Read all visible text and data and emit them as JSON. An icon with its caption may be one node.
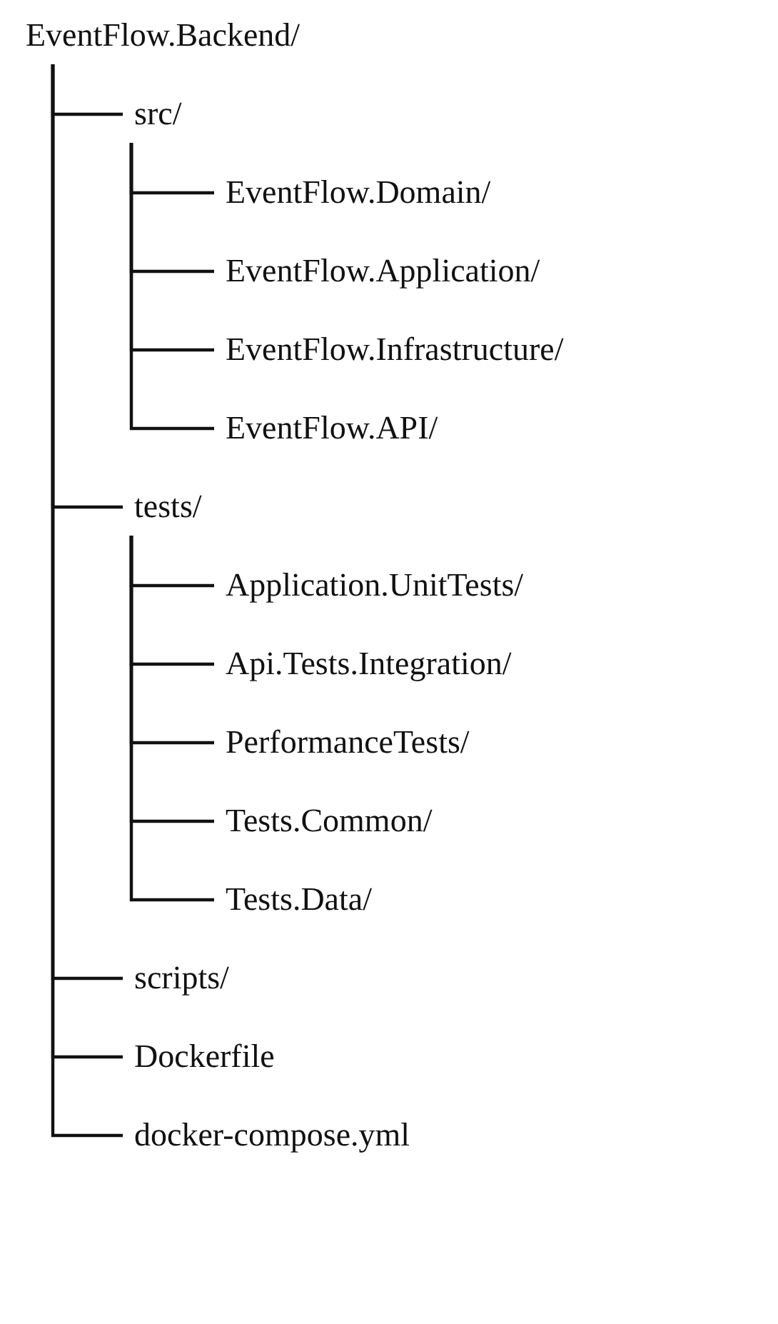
{
  "diagram": {
    "nodes": [
      {
        "text": [
          "EventFlow.Backend/"
        ]
      },
      {
        "text": [
          "src/"
        ]
      },
      {
        "text": [
          "EventFlow.Domain/"
        ]
      },
      {
        "text": [
          "EventFlow.Application/"
        ]
      },
      {
        "text": [
          "EventFlow.Infrastructure/"
        ]
      },
      {
        "text": [
          "EventFlow.API/"
        ]
      },
      {
        "text": [
          "tests/"
        ]
      },
      {
        "text": [
          "Application.UnitTests/"
        ]
      },
      {
        "text": [
          "Api.Tests.Integration/"
        ]
      },
      {
        "text": [
          "PerformanceTests/"
        ]
      },
      {
        "text": [
          "Tests.Common/"
        ]
      },
      {
        "text": [
          "Tests.Data/"
        ]
      },
      {
        "text": [
          "scripts/"
        ]
      },
      {
        "text": [
          "Dockerfile"
        ]
      },
      {
        "text": [
          "docker-compose.yml"
        ]
      }
    ],
    "edges": [
      {
        "from": 0,
        "to": 1,
        "arrow": "none"
      },
      {
        "from": 1,
        "to": 2,
        "arrow": "none"
      },
      {
        "from": 1,
        "to": 3,
        "arrow": "none"
      },
      {
        "from": 1,
        "to": 4,
        "arrow": "none"
      },
      {
        "from": 1,
        "to": 5,
        "arrow": "none"
      },
      {
        "from": 0,
        "to": 6,
        "arrow": "none"
      },
      {
        "from": 6,
        "to": 7,
        "arrow": "none"
      },
      {
        "from": 6,
        "to": 8,
        "arrow": "none"
      },
      {
        "from": 6,
        "to": 9,
        "arrow": "none"
      },
      {
        "from": 6,
        "to": 10,
        "arrow": "none"
      },
      {
        "from": 6,
        "to": 11,
        "arrow": "none"
      },
      {
        "from": 0,
        "to": 12,
        "arrow": "none"
      },
      {
        "from": 0,
        "to": 13,
        "arrow": "none"
      },
      {
        "from": 0,
        "to": 14,
        "arrow": "none"
      }
    ]
  }
}
